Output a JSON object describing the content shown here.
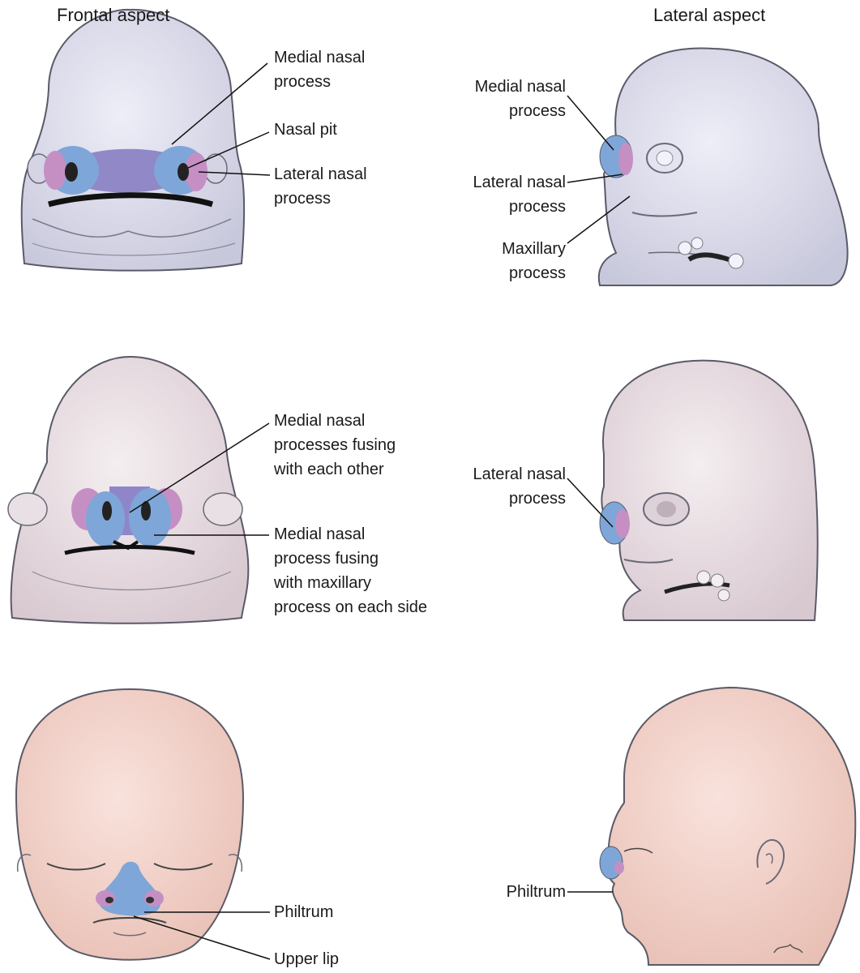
{
  "headers": {
    "frontal": "Frontal aspect",
    "lateral": "Lateral aspect"
  },
  "row1": {
    "frontal_labels": {
      "medial_nasal": [
        "Medial nasal",
        "process"
      ],
      "nasal_pit": [
        "Nasal pit"
      ],
      "lateral_nasal": [
        "Lateral nasal",
        "process"
      ]
    },
    "lateral_labels": {
      "medial_nasal": [
        "Medial nasal",
        "process"
      ],
      "lateral_nasal": [
        "Lateral nasal",
        "process"
      ],
      "maxillary": [
        "Maxillary",
        "process"
      ]
    }
  },
  "row2": {
    "frontal_labels": {
      "fusing_each_other": [
        "Medial nasal",
        "processes fusing",
        "with each other"
      ],
      "fusing_maxillary": [
        "Medial nasal",
        "process fusing",
        "with maxillary",
        "process on each side"
      ]
    },
    "lateral_labels": {
      "lateral_nasal": [
        "Lateral nasal",
        "process"
      ]
    }
  },
  "row3": {
    "frontal_labels": {
      "philtrum": [
        "Philtrum"
      ],
      "upper_lip": [
        "Upper lip"
      ]
    },
    "lateral_labels": {
      "philtrum": [
        "Philtrum"
      ]
    }
  },
  "colors": {
    "embryo_early": "#dcdcec",
    "embryo_mid": "#e8dde2",
    "fetus_skin": "#f2d3cb",
    "medial_process_blue": "#7fa6d8",
    "lateral_process_pink": "#c58fc4",
    "nasal_overlap_purple": "#8f86c8",
    "outline": "#555560"
  }
}
